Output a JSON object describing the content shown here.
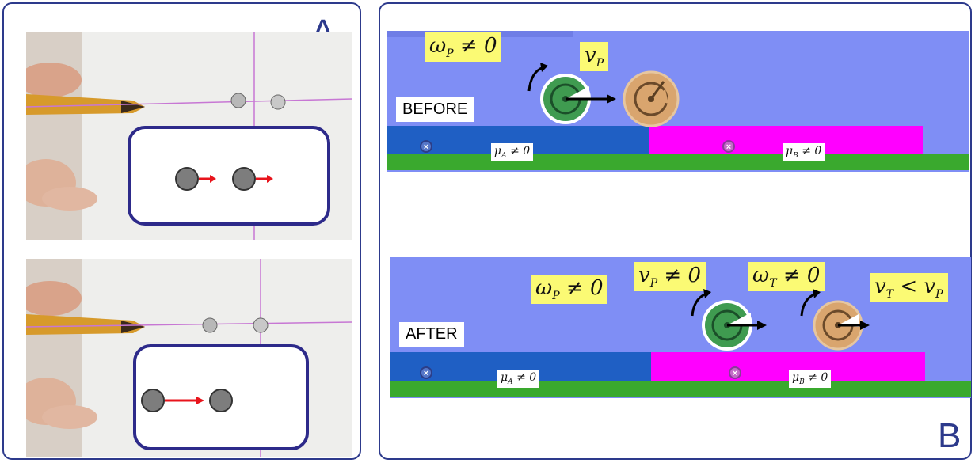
{
  "panel_a": {
    "letter": "A"
  },
  "panel_b": {
    "letter": "B",
    "before": {
      "state_label": "BEFORE",
      "omega_p": "ω",
      "omega_p_sub": "P",
      "omega_p_rel": "≠ 0",
      "v_p": "v",
      "v_p_sub": "P",
      "mu_a": "μ",
      "mu_a_sub": "A",
      "mu_a_rel": "≠ 0",
      "mu_b": "μ",
      "mu_b_sub": "B",
      "mu_b_rel": "≠ 0"
    },
    "after": {
      "state_label": "AFTER",
      "omega_p": "ω",
      "omega_p_sub": "P",
      "omega_p_rel": "≠ 0",
      "v_p": "v",
      "v_p_sub": "P",
      "v_p_rel": "≠ 0",
      "omega_t": "ω",
      "omega_t_sub": "T",
      "omega_t_rel": "≠ 0",
      "v_t": "v",
      "v_t_sub": "T",
      "v_t_rel": "<",
      "v_t_cmp": "v",
      "v_t_cmp_sub": "P",
      "mu_a": "μ",
      "mu_a_sub": "A",
      "mu_a_rel": "≠ 0",
      "mu_b": "μ",
      "mu_b_sub": "B",
      "mu_b_rel": "≠ 0"
    }
  },
  "colors": {
    "frame": "#2d3a8c",
    "sim_bg": "#7f8ef5",
    "surface_a": "#1f5fc4",
    "surface_b": "#ff00ff",
    "ground": "#3aa92e",
    "tag_bg": "#fbfa74",
    "arrow_red": "#e8141c",
    "disk_green": "#3f9b50",
    "disk_tan": "#d9a56e"
  }
}
